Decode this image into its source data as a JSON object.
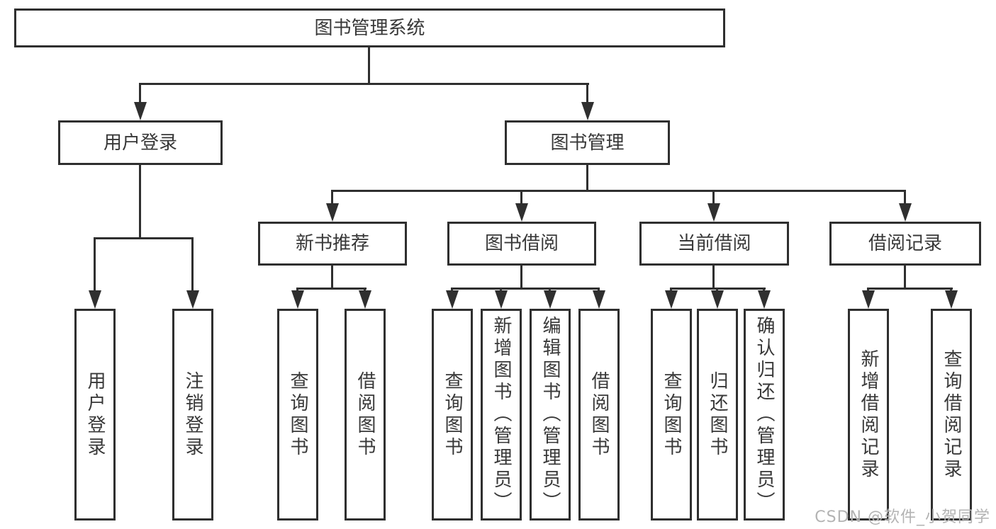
{
  "diagram": {
    "title_node": {
      "label": "图书管理系统"
    },
    "level2": [
      {
        "id": "user-login",
        "label": "用户登录"
      },
      {
        "id": "book-management",
        "label": "图书管理"
      }
    ],
    "level3": [
      {
        "id": "new-book-recommend",
        "label": "新书推荐"
      },
      {
        "id": "book-borrowing",
        "label": "图书借阅"
      },
      {
        "id": "current-borrowing",
        "label": "当前借阅"
      },
      {
        "id": "borrowing-records",
        "label": "借阅记录"
      }
    ],
    "leaves": [
      {
        "id": "user-login-action",
        "label": "用户登录"
      },
      {
        "id": "logout-action",
        "label": "注销登录"
      },
      {
        "id": "query-books-1",
        "label": "查询图书"
      },
      {
        "id": "borrow-books-1",
        "label": "借阅图书"
      },
      {
        "id": "query-books-2",
        "label": "查询图书"
      },
      {
        "id": "add-books-admin",
        "label": "新增图书（管理员）"
      },
      {
        "id": "edit-books-admin",
        "label": "编辑图书（管理员）"
      },
      {
        "id": "borrow-books-2",
        "label": "借阅图书"
      },
      {
        "id": "query-books-3",
        "label": "查询图书"
      },
      {
        "id": "return-books",
        "label": "归还图书"
      },
      {
        "id": "confirm-return-admin",
        "label": "确认归还（管理员）"
      },
      {
        "id": "add-borrow-record",
        "label": "新增借阅记录"
      },
      {
        "id": "query-borrow-record",
        "label": "查询借阅记录"
      }
    ]
  },
  "watermark": {
    "text": "CSDN @软件_小贺同学"
  },
  "colors": {
    "line": "#2f2f2f",
    "text": "#383838",
    "background": "#ffffff",
    "watermark": "#b3b3b3"
  }
}
